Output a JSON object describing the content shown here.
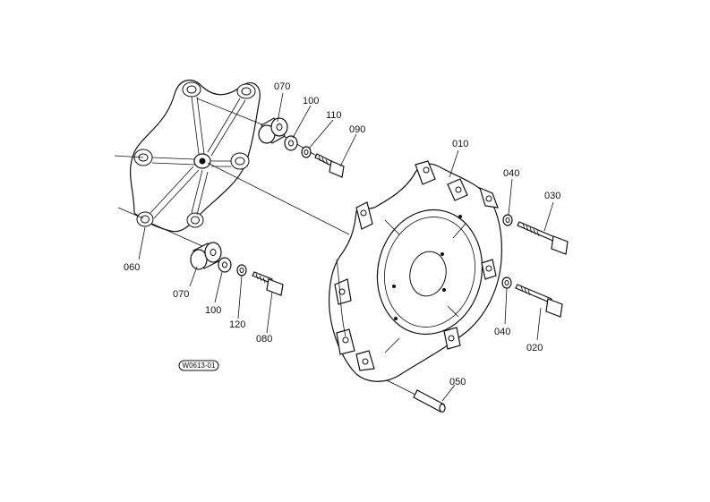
{
  "callouts": {
    "c010": "010",
    "c020": "020",
    "c030": "030",
    "c040a": "040",
    "c040b": "040",
    "c050": "050",
    "c060": "060",
    "c070a": "070",
    "c070b": "070",
    "c080": "080",
    "c090": "090",
    "c100a": "100",
    "c100b": "100",
    "c110": "110",
    "c120": "120"
  },
  "stamp": "W0613-01"
}
